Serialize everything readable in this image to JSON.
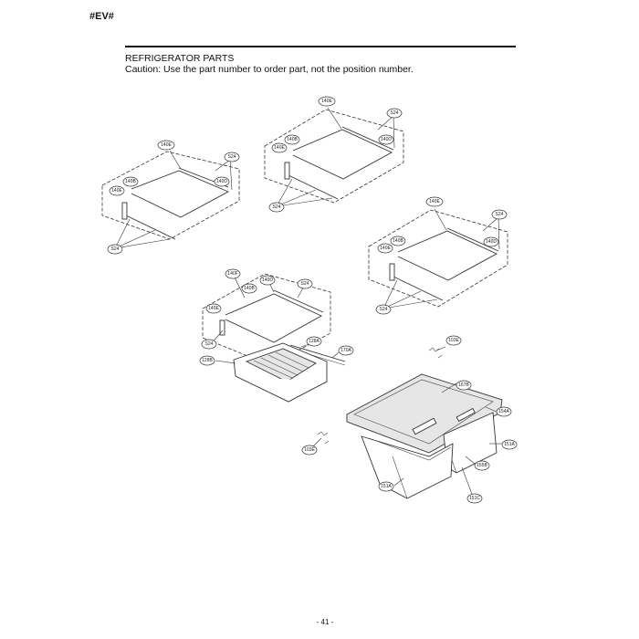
{
  "header": {
    "page_code": "#EV#",
    "title": "REFRIGERATOR PARTS",
    "caution": "Caution: Use the part number to order part, not the position number."
  },
  "footer": {
    "page_number": "- 41 -"
  },
  "callouts": {
    "shelf_top_left": {
      "frame": "140E",
      "screw_top": "S24",
      "bracket_right": "140D",
      "bracket_left_top": "140B",
      "bracket_left": "140E",
      "screw_bottom": "S24"
    },
    "shelf_top_center": {
      "frame": "140E",
      "screw_top": "S24",
      "bracket_right": "140D",
      "bracket_left_top": "140B",
      "bracket_left": "140E",
      "screw_bottom": "S24"
    },
    "shelf_right": {
      "frame": "140E",
      "screw_top": "S24",
      "bracket_right": "140D",
      "bracket_left_top": "140B",
      "bracket_left": "140E",
      "screw_bottom": "S24"
    },
    "crisper_assembly": {
      "frame": "140F",
      "bracket_top": "140D",
      "bracket_left_top": "140B",
      "screw_right": "S24",
      "bracket_left": "140E",
      "screw_left": "S24",
      "rail_right": "128A",
      "rail_end": "170A",
      "drawer": "128B"
    },
    "vegetable_drawers": {
      "clip_top": "103E",
      "cover": "167B",
      "cover_right": "154A",
      "drawer_right": "151A",
      "clip_bottom": "103E",
      "divider": "155B",
      "drawer_left": "151A",
      "drawer_front": "151C"
    }
  }
}
